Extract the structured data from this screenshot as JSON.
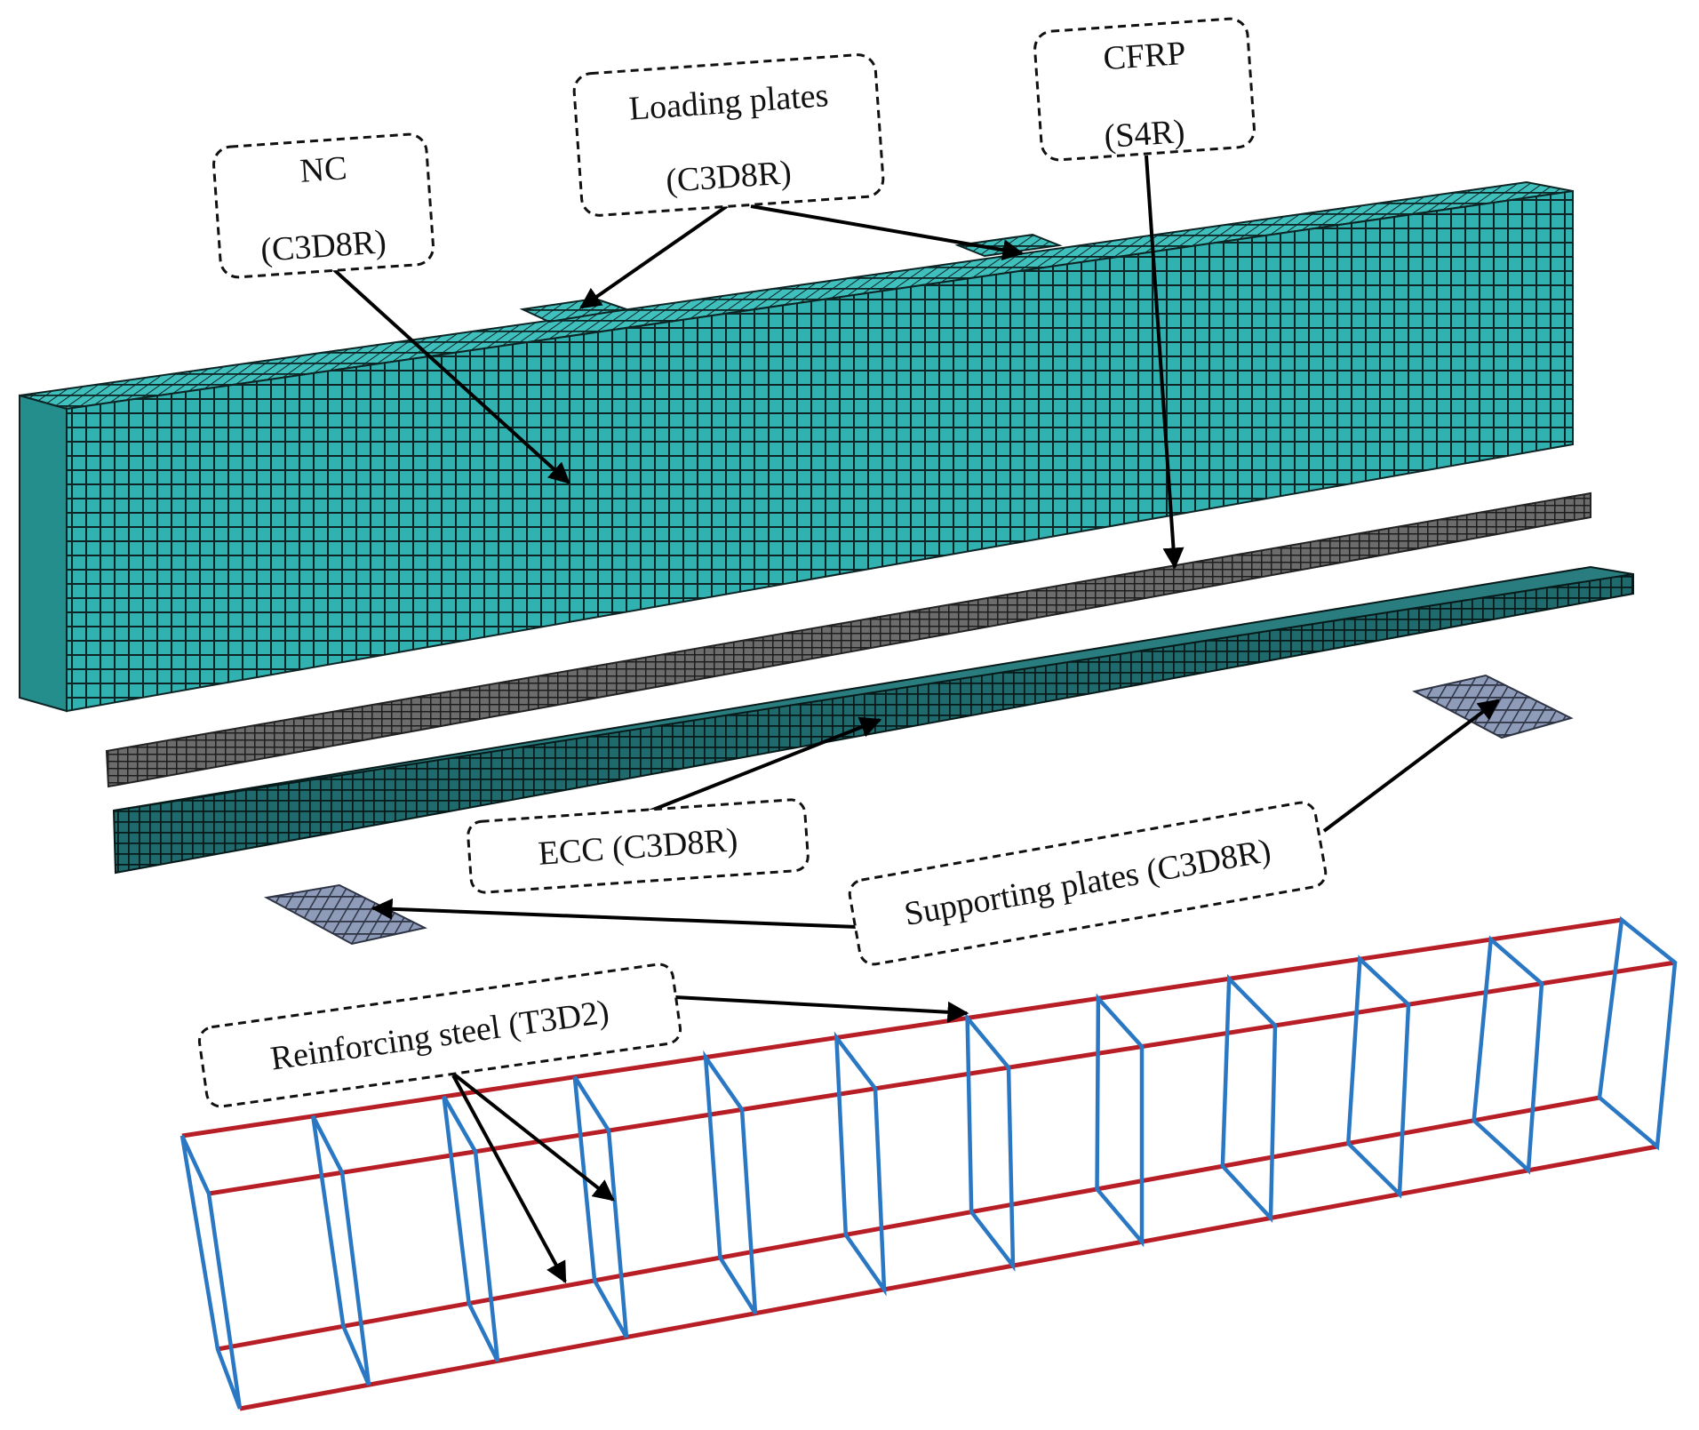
{
  "labels": {
    "nc_line1": "NC",
    "nc_line2": "(C3D8R)",
    "loading_line1": "Loading plates",
    "loading_line2": "(C3D8R)",
    "cfrp_line1": "CFRP",
    "cfrp_line2": "(S4R)",
    "ecc": "ECC (C3D8R)",
    "supporting": "Supporting plates (C3D8R)",
    "rebar": "Reinforcing steel (T3D2)"
  },
  "colors": {
    "nc_concrete": "#31b2b0",
    "ecc_layer": "#1f6a6c",
    "cfrp_sheet": "#6c6c6c",
    "support_plate": "#8e9bb9",
    "longitudinal_bar": "#b81e25",
    "stirrup": "#2a78c4",
    "mesh_line": "#0d1a1a",
    "arrow": "#000000"
  },
  "icons": {
    "arrow": "black-arrowhead",
    "callout": "dashed-rounded-box"
  }
}
